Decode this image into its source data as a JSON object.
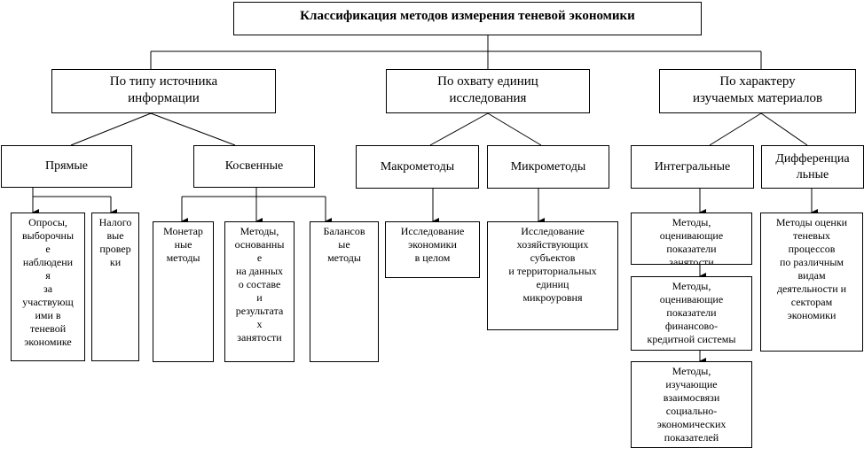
{
  "title": "Классификация методов измерения теневой экономики",
  "categories": {
    "source": {
      "label": "По типу источника\nинформации",
      "direct": {
        "label": "Прямые",
        "surveys": "Опросы,\nвыборочны\nе\nнаблюдени\nя\nза\nучаствующ\nими в\nтеневой\nэкономике",
        "tax": "Налого\nвые\nпровер\nки"
      },
      "indirect": {
        "label": "Косвенные",
        "monetary": "Монетар\nные\nметоды",
        "employment": "Методы,\nоснованны\nе\nна данных\nо составе\nи\nрезультата\nх\nзанятости",
        "balance": "Балансов\nые\nметоды"
      }
    },
    "coverage": {
      "label": "По охвату единиц\nисследования",
      "macro": {
        "label": "Макрометоды",
        "leaf": "Исследование\nэкономики\nв целом"
      },
      "micro": {
        "label": "Микрометоды",
        "leaf": "Исследование\nхозяйствующих\nсубъектов\nи территориальных\nединиц\nмикроуровня"
      }
    },
    "character": {
      "label": "По характеру\nизучаемых материалов",
      "integral": {
        "label": "Интегральные",
        "employment": "Методы,\nоценивающие\nпоказатели\nзанятости",
        "finance": "Методы,\nоценивающие\nпоказатели\nфинансово-\nкредитной системы",
        "relations": "Методы,\nизучающие\nвзаимосвязи\nсоциально-\nэкономических\nпоказателей"
      },
      "differential": {
        "label": "Дифференциа\nльные",
        "leaf": "Методы оценки\nтеневых\nпроцессов\nпо различным\nвидам\nдеятельности и\nсекторам\nэкономики"
      }
    }
  }
}
